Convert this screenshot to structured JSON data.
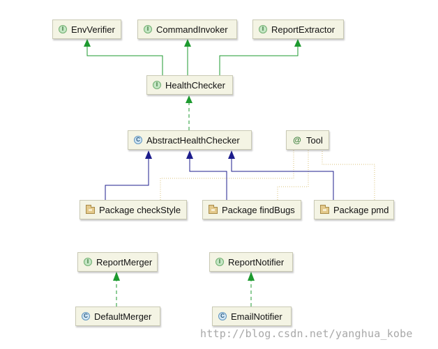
{
  "nodes": {
    "env_verifier": {
      "label": "EnvVerifier",
      "kind": "interface",
      "icon": "interface-icon",
      "badge": "I"
    },
    "command_invoker": {
      "label": "CommandInvoker",
      "kind": "interface",
      "icon": "interface-icon",
      "badge": "I"
    },
    "report_extractor": {
      "label": "ReportExtractor",
      "kind": "interface",
      "icon": "interface-icon",
      "badge": "I"
    },
    "health_checker": {
      "label": "HealthChecker",
      "kind": "interface",
      "icon": "interface-icon",
      "badge": "I"
    },
    "abstract_health_checker": {
      "label": "AbstractHealthChecker",
      "kind": "abstract-class",
      "icon": "abstract-class-icon",
      "badge": "C"
    },
    "tool": {
      "label": "Tool",
      "kind": "annotation",
      "icon": "annotation-icon",
      "badge": "@"
    },
    "pkg_checkstyle": {
      "label": "Package checkStyle",
      "kind": "package",
      "icon": "package-icon"
    },
    "pkg_findbugs": {
      "label": "Package findBugs",
      "kind": "package",
      "icon": "package-icon"
    },
    "pkg_pmd": {
      "label": "Package pmd",
      "kind": "package",
      "icon": "package-icon"
    },
    "report_merger": {
      "label": "ReportMerger",
      "kind": "interface",
      "icon": "interface-icon",
      "badge": "I"
    },
    "report_notifier": {
      "label": "ReportNotifier",
      "kind": "interface",
      "icon": "interface-icon",
      "badge": "I"
    },
    "default_merger": {
      "label": "DefaultMerger",
      "kind": "class",
      "icon": "class-icon",
      "badge": "C"
    },
    "email_notifier": {
      "label": "EmailNotifier",
      "kind": "class",
      "icon": "class-icon",
      "badge": "C"
    }
  },
  "edges": [
    {
      "from": "health_checker",
      "to": "env_verifier",
      "type": "extends-interface",
      "style": "solid",
      "color": "#1d9a2f"
    },
    {
      "from": "health_checker",
      "to": "command_invoker",
      "type": "extends-interface",
      "style": "solid",
      "color": "#1d9a2f"
    },
    {
      "from": "health_checker",
      "to": "report_extractor",
      "type": "extends-interface",
      "style": "solid",
      "color": "#1d9a2f"
    },
    {
      "from": "abstract_health_checker",
      "to": "health_checker",
      "type": "implements",
      "style": "dashed",
      "color": "#1d9a2f"
    },
    {
      "from": "pkg_checkstyle",
      "to": "abstract_health_checker",
      "type": "extends",
      "style": "solid",
      "color": "#1c1c8c"
    },
    {
      "from": "pkg_findbugs",
      "to": "abstract_health_checker",
      "type": "extends",
      "style": "solid",
      "color": "#1c1c8c"
    },
    {
      "from": "pkg_pmd",
      "to": "abstract_health_checker",
      "type": "extends",
      "style": "solid",
      "color": "#1c1c8c"
    },
    {
      "from": "pkg_checkstyle",
      "to": "tool",
      "type": "annotated",
      "style": "dotted",
      "color": "#d9c27a"
    },
    {
      "from": "pkg_findbugs",
      "to": "tool",
      "type": "annotated",
      "style": "dotted",
      "color": "#d9c27a"
    },
    {
      "from": "pkg_pmd",
      "to": "tool",
      "type": "annotated",
      "style": "dotted",
      "color": "#d9c27a"
    },
    {
      "from": "default_merger",
      "to": "report_merger",
      "type": "implements",
      "style": "dashed",
      "color": "#1d9a2f"
    },
    {
      "from": "email_notifier",
      "to": "report_notifier",
      "type": "implements",
      "style": "dashed",
      "color": "#1d9a2f"
    }
  ],
  "watermark": "http://blog.csdn.net/yanghua_kobe"
}
